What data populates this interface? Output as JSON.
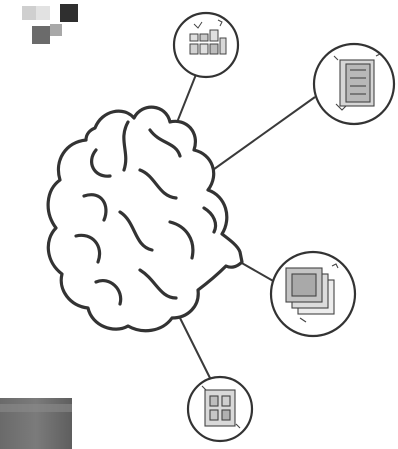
{
  "colors": {
    "stroke": "#3a3a3a",
    "outline": "#333333",
    "square_light": "#c8c8c8",
    "square_mid": "#8a8a8a",
    "square_dark": "#2f2f2f",
    "icon_fill": "#d9d9d9",
    "icon_fill_dark": "#b5b5b5",
    "corner_bar": "#6e6e6e"
  },
  "nodes": [
    {
      "id": "node-top",
      "icon": "grid-chart-icon"
    },
    {
      "id": "node-upper-right",
      "icon": "document-stack-icon"
    },
    {
      "id": "node-lower-right",
      "icon": "layered-pages-icon"
    },
    {
      "id": "node-bottom",
      "icon": "document-grid-icon"
    }
  ],
  "central": {
    "icon": "brain-icon"
  },
  "decorations": [
    "pixel-squares",
    "corner-bar"
  ]
}
